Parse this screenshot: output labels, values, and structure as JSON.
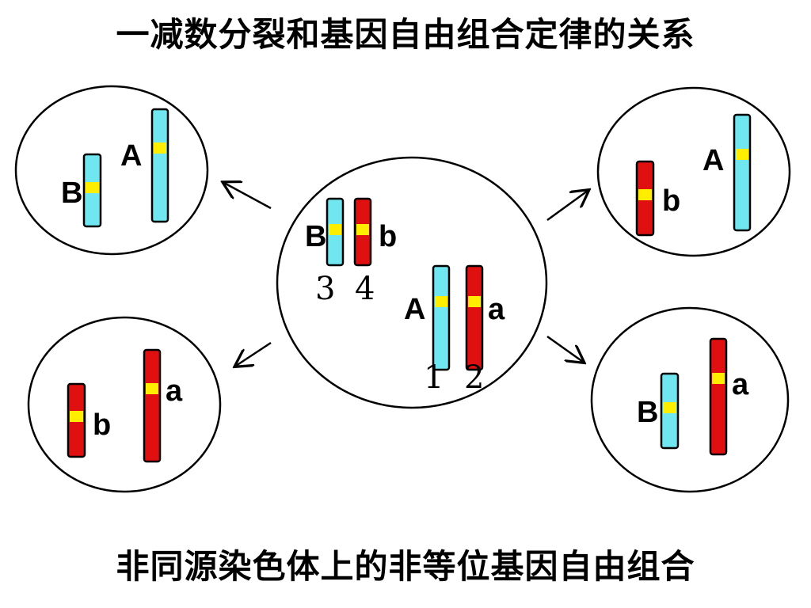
{
  "title": "一减数分裂和基因自由组合定律的关系",
  "caption": "非同源染色体上的非等位基因自由组合",
  "colors": {
    "chromosome_blue": "#6fe6f0",
    "chromosome_red": "#e01010",
    "gene_locus": "#ffee00",
    "outline": "#000000"
  },
  "parent_cell": {
    "labels": {
      "B": "B",
      "b": "b",
      "A": "A",
      "a": "a"
    },
    "numbers": {
      "n1": "1",
      "n2": "2",
      "n3": "3",
      "n4": "4"
    }
  },
  "daughter_cells": {
    "top_left": {
      "small": "B",
      "large": "A"
    },
    "top_right": {
      "small": "b",
      "large": "A"
    },
    "bottom_left": {
      "small": "b",
      "large": "a"
    },
    "bottom_right": {
      "small": "B",
      "large": "a"
    }
  }
}
